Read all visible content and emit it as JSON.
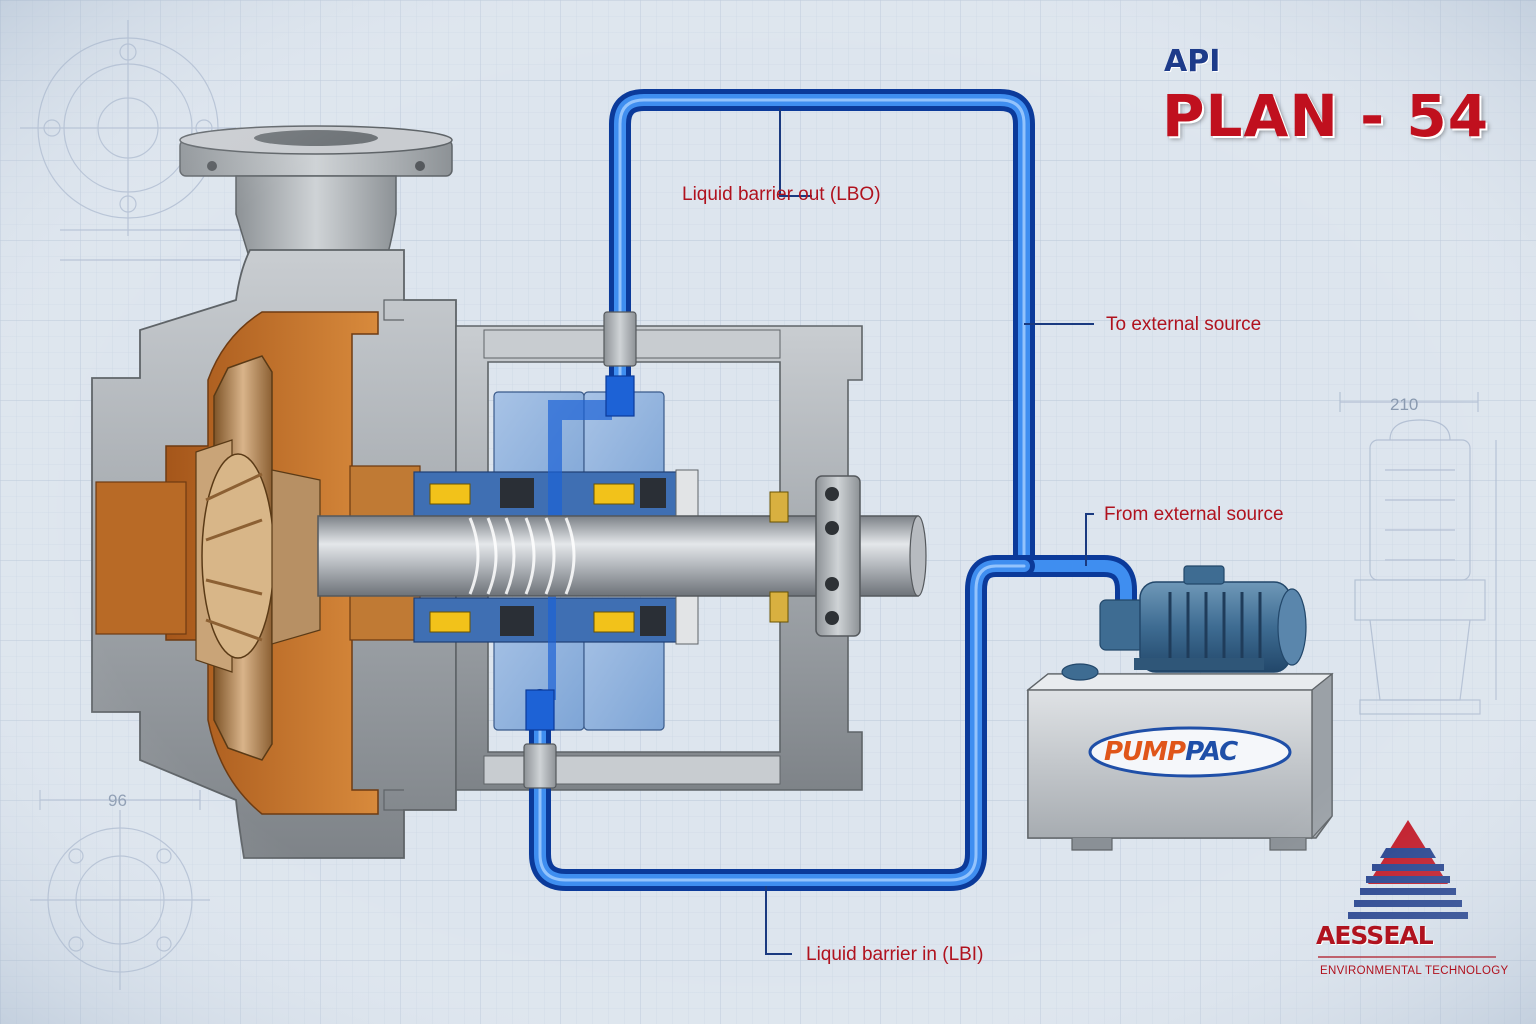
{
  "title": {
    "api": "API",
    "plan": "PLAN - 54"
  },
  "labels": {
    "lbo": "Liquid barrier out (LBO)",
    "to_external": "To external source",
    "from_external": "From external source",
    "lbi": "Liquid barrier in (LBI)"
  },
  "unit": {
    "brand_part1": "PUMP",
    "brand_part2": "PAC"
  },
  "logo": {
    "name": "AESSEAL",
    "tagline": "ENVIRONMENTAL TECHNOLOGY"
  },
  "blueprint": {
    "dim_top": "210",
    "dim_bottom": "96"
  },
  "colors": {
    "title_blue": "#1d3b8a",
    "title_red": "#c0101e",
    "label_red": "#b0121e",
    "leader_blue": "#1a3a80",
    "pipe_blue": "#1d62d6",
    "bronze": "#b9895a",
    "steel": "#a9aeb3"
  }
}
